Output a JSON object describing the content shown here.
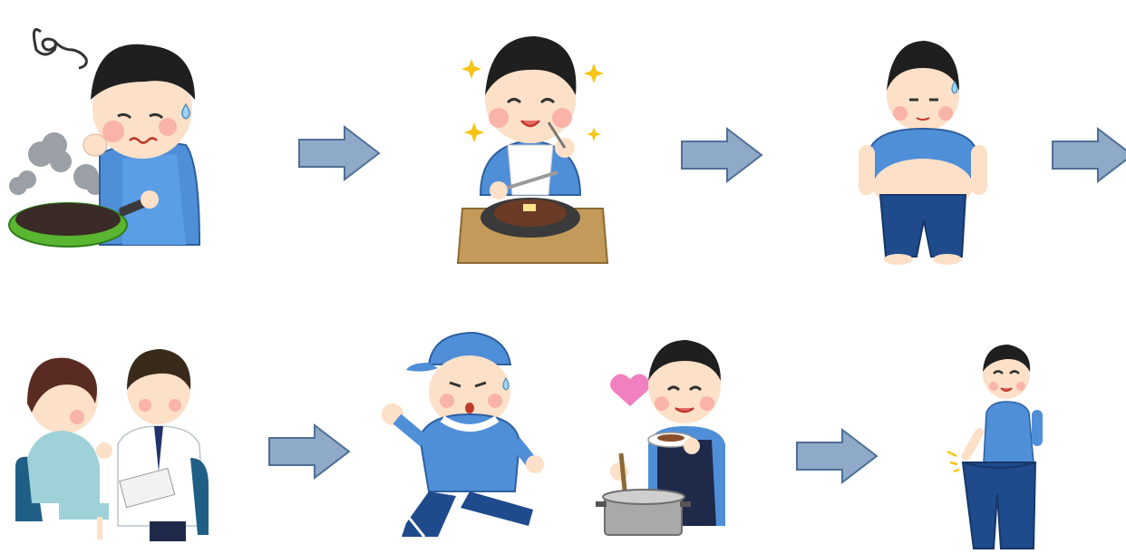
{
  "story": {
    "row1": [
      {
        "scene": "burnt-cooking",
        "mood": "troubled"
      },
      {
        "scene": "eating-steak",
        "mood": "delighted"
      },
      {
        "scene": "overweight",
        "mood": "worried"
      }
    ],
    "row2": [
      {
        "scene": "doctor-consultation",
        "mood": "calm"
      },
      {
        "scene": "running-exercise",
        "mood": "determined"
      },
      {
        "scene": "healthy-cooking",
        "mood": "happy"
      },
      {
        "scene": "weight-loss-success",
        "mood": "proud"
      }
    ]
  },
  "icons": {
    "flow_arrow": "right-arrow-icon",
    "stress_spiral": "spiral-icon",
    "sparkle": "sparkle-icon",
    "heart": "heart-icon",
    "sweat": "sweat-drop-icon"
  },
  "colors": {
    "arrow_fill": "#8fa9c9",
    "arrow_stroke": "#4f6f96",
    "hair": "#1f1f1f",
    "skin": "#fde0c8",
    "blush": "#f9a7a0",
    "shirt": "#4f8fd8",
    "pants": "#1f4b8c",
    "pan": "#5ab531",
    "board": "#c49a5a"
  }
}
